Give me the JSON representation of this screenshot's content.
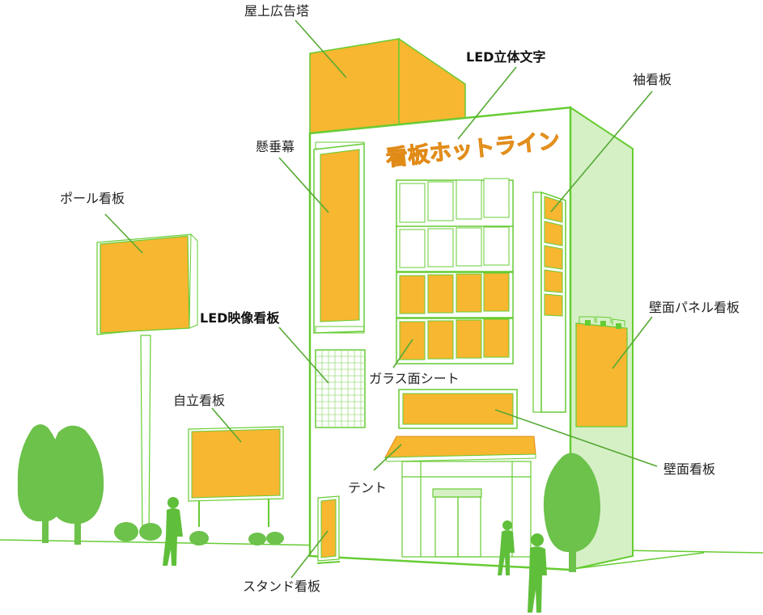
{
  "colors": {
    "sign_fill": "#f7b731",
    "line_green": "#66cc33",
    "light_green": "#d6f0c6",
    "tree_green": "#6cc24a",
    "person_green": "#5fbf3a",
    "leader_green": "#55aa33"
  },
  "building_sign_text": "看板ホットライン",
  "labels": {
    "okujou": "屋上広告塔",
    "led_rittai": "LED立体文字",
    "sode": "袖看板",
    "kensui": "懸垂幕",
    "pole": "ポール看板",
    "led_eizou": "LED映像看板",
    "hekimen_panel": "壁面パネル看板",
    "glass": "ガラス面シート",
    "jiritsu": "自立看板",
    "hekimen": "壁面看板",
    "tent": "テント",
    "stand": "スタンド看板"
  }
}
